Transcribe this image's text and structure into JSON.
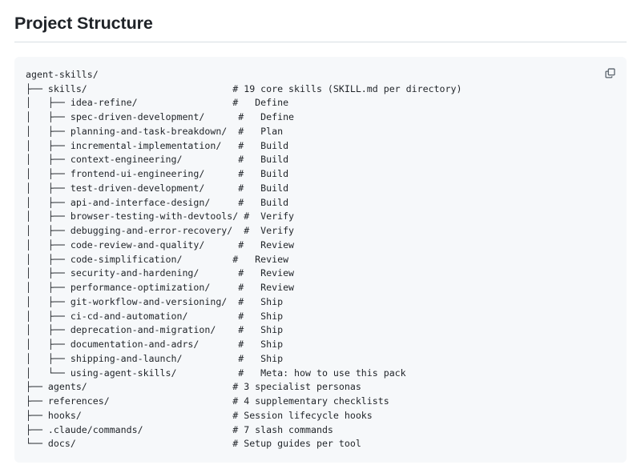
{
  "document": {
    "heading": "Project Structure"
  },
  "codeblock": {
    "language": "text",
    "copy_button_label": "Copy",
    "copy_icon": "copy-icon",
    "background_color": "#f6f8fa",
    "text_color": "#1f2328",
    "root": "agent-skills/",
    "lines": [
      "agent-skills/",
      "├── skills/                          # 19 core skills (SKILL.md per directory)",
      "│   ├── idea-refine/                 #   Define",
      "│   ├── spec-driven-development/      #   Define",
      "│   ├── planning-and-task-breakdown/  #   Plan",
      "│   ├── incremental-implementation/   #   Build",
      "│   ├── context-engineering/          #   Build",
      "│   ├── frontend-ui-engineering/      #   Build",
      "│   ├── test-driven-development/      #   Build",
      "│   ├── api-and-interface-design/     #   Build",
      "│   ├── browser-testing-with-devtools/ #  Verify",
      "│   ├── debugging-and-error-recovery/  #  Verify",
      "│   ├── code-review-and-quality/      #   Review",
      "│   ├── code-simplification/         #   Review",
      "│   ├── security-and-hardening/       #   Review",
      "│   ├── performance-optimization/     #   Review",
      "│   ├── git-workflow-and-versioning/  #   Ship",
      "│   ├── ci-cd-and-automation/         #   Ship",
      "│   ├── deprecation-and-migration/    #   Ship",
      "│   ├── documentation-and-adrs/       #   Ship",
      "│   ├── shipping-and-launch/          #   Ship",
      "│   └── using-agent-skills/           #   Meta: how to use this pack",
      "├── agents/                          # 3 specialist personas",
      "├── references/                      # 4 supplementary checklists",
      "├── hooks/                           # Session lifecycle hooks",
      "├── .claude/commands/                # 7 slash commands",
      "└── docs/                            # Setup guides per tool"
    ],
    "entries": [
      {
        "path": "agent-skills/",
        "depth": 0,
        "comment": ""
      },
      {
        "path": "skills/",
        "depth": 1,
        "comment": "19 core skills (SKILL.md per directory)"
      },
      {
        "path": "idea-refine/",
        "depth": 2,
        "comment": "Define"
      },
      {
        "path": "spec-driven-development/",
        "depth": 2,
        "comment": "Define"
      },
      {
        "path": "planning-and-task-breakdown/",
        "depth": 2,
        "comment": "Plan"
      },
      {
        "path": "incremental-implementation/",
        "depth": 2,
        "comment": "Build"
      },
      {
        "path": "context-engineering/",
        "depth": 2,
        "comment": "Build"
      },
      {
        "path": "frontend-ui-engineering/",
        "depth": 2,
        "comment": "Build"
      },
      {
        "path": "test-driven-development/",
        "depth": 2,
        "comment": "Build"
      },
      {
        "path": "api-and-interface-design/",
        "depth": 2,
        "comment": "Build"
      },
      {
        "path": "browser-testing-with-devtools/",
        "depth": 2,
        "comment": "Verify"
      },
      {
        "path": "debugging-and-error-recovery/",
        "depth": 2,
        "comment": "Verify"
      },
      {
        "path": "code-review-and-quality/",
        "depth": 2,
        "comment": "Review"
      },
      {
        "path": "code-simplification/",
        "depth": 2,
        "comment": "Review"
      },
      {
        "path": "security-and-hardening/",
        "depth": 2,
        "comment": "Review"
      },
      {
        "path": "performance-optimization/",
        "depth": 2,
        "comment": "Review"
      },
      {
        "path": "git-workflow-and-versioning/",
        "depth": 2,
        "comment": "Ship"
      },
      {
        "path": "ci-cd-and-automation/",
        "depth": 2,
        "comment": "Ship"
      },
      {
        "path": "deprecation-and-migration/",
        "depth": 2,
        "comment": "Ship"
      },
      {
        "path": "documentation-and-adrs/",
        "depth": 2,
        "comment": "Ship"
      },
      {
        "path": "shipping-and-launch/",
        "depth": 2,
        "comment": "Ship"
      },
      {
        "path": "using-agent-skills/",
        "depth": 2,
        "comment": "Meta: how to use this pack"
      },
      {
        "path": "agents/",
        "depth": 1,
        "comment": "3 specialist personas"
      },
      {
        "path": "references/",
        "depth": 1,
        "comment": "4 supplementary checklists"
      },
      {
        "path": "hooks/",
        "depth": 1,
        "comment": "Session lifecycle hooks"
      },
      {
        "path": ".claude/commands/",
        "depth": 1,
        "comment": "7 slash commands"
      },
      {
        "path": "docs/",
        "depth": 1,
        "comment": "Setup guides per tool"
      }
    ]
  }
}
